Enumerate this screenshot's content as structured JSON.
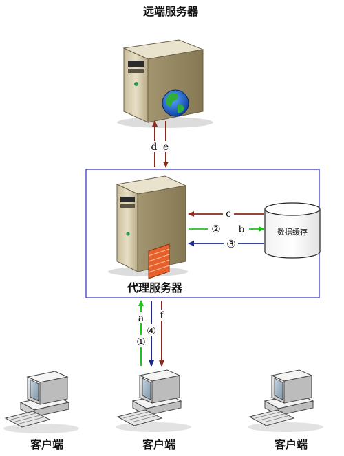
{
  "remote_server": {
    "label": "远端服务器"
  },
  "proxy_server": {
    "label": "代理服务器"
  },
  "data_cache": {
    "label": "数据缓存"
  },
  "clients": [
    {
      "label": "客户端"
    },
    {
      "label": "客户端"
    },
    {
      "label": "客户端"
    }
  ],
  "arrows": {
    "d": "d",
    "e": "e",
    "c": "c",
    "b": "b",
    "a": "a",
    "f": "f",
    "step1": "①",
    "step2": "②",
    "step3": "③",
    "step4": "④"
  },
  "colors": {
    "request": "#8b2a1a",
    "cache_hit": "#1ec41e",
    "response": "#1a2a8b",
    "proxy_box": "#2a2ac8"
  }
}
